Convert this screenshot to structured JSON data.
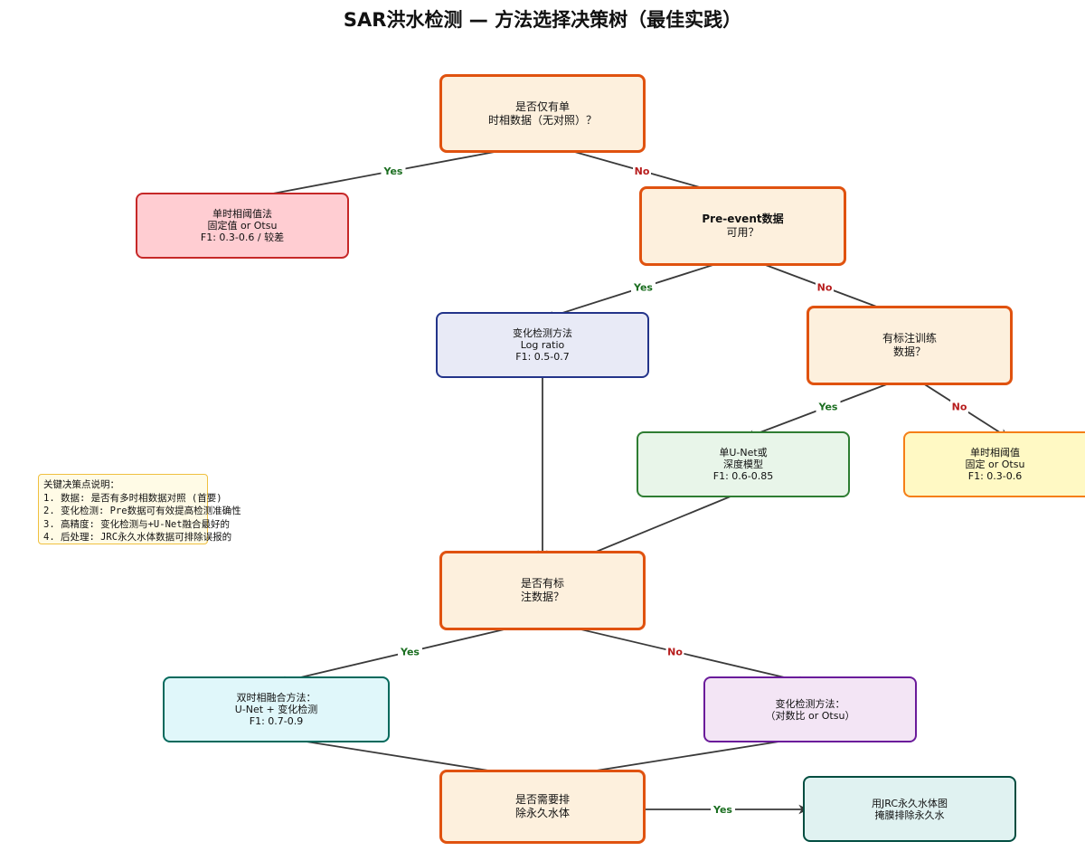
{
  "title": "SAR洪水检测 — 方法选择决策树（最佳实践）",
  "colors": {
    "decision_fill": "#fdf0dd",
    "decision_border": "#e0520f",
    "edge": "#3a3a3a",
    "yes": "#1b6e20",
    "no": "#b71c1c"
  },
  "edge_labels": {
    "yes": "Yes",
    "no": "No"
  },
  "nodes": [
    {
      "id": "q1",
      "kind": "decision",
      "lines": [
        "是否仅有单",
        "时相数据（无对照）？"
      ]
    },
    {
      "id": "r1",
      "kind": "result",
      "fill": "#ffcdd2",
      "border": "#c62828",
      "lines": [
        "单时相阈值法",
        "固定值 or Otsu",
        "F1: 0.3-0.6 / 较差"
      ]
    },
    {
      "id": "q2",
      "kind": "decision",
      "bold_first": true,
      "lines": [
        "Pre-event数据",
        "可用？"
      ]
    },
    {
      "id": "r2",
      "kind": "result",
      "fill": "#e8eaf6",
      "border": "#23348a",
      "lines": [
        "变化检测方法",
        "Log ratio",
        "F1: 0.5-0.7"
      ]
    },
    {
      "id": "q3",
      "kind": "decision",
      "lines": [
        "有标注训练",
        "数据？"
      ]
    },
    {
      "id": "r3",
      "kind": "result",
      "fill": "#e8f5e9",
      "border": "#2e7d32",
      "lines": [
        "单U-Net或",
        "深度模型",
        "F1: 0.6-0.85"
      ]
    },
    {
      "id": "r4",
      "kind": "result",
      "fill": "#fff9c4",
      "border": "#f57f17",
      "lines": [
        "单时相阈值",
        "固定 or Otsu",
        "F1: 0.3-0.6"
      ]
    },
    {
      "id": "q4",
      "kind": "decision",
      "lines": [
        "是否有标",
        "注数据？"
      ]
    },
    {
      "id": "r5",
      "kind": "result",
      "fill": "#e0f7fa",
      "border": "#00695c",
      "lines": [
        "双时相融合方法：",
        "U-Net + 变化检测",
        "F1: 0.7-0.9"
      ]
    },
    {
      "id": "r6",
      "kind": "result",
      "fill": "#f3e5f5",
      "border": "#6a1b9a",
      "lines": [
        "变化检测方法：",
        "（对数比 or Otsu）"
      ]
    },
    {
      "id": "q5",
      "kind": "decision",
      "lines": [
        "是否需要排",
        "除永久水体"
      ]
    },
    {
      "id": "r7",
      "kind": "result",
      "fill": "#e0f2f1",
      "border": "#004d40",
      "lines": [
        "用JRC永久水体图",
        "掩膜排除永久水"
      ]
    }
  ],
  "edges": [
    {
      "from": "q1",
      "to": "r1",
      "label": "yes"
    },
    {
      "from": "q1",
      "to": "q2",
      "label": "no"
    },
    {
      "from": "q2",
      "to": "r2",
      "label": "yes"
    },
    {
      "from": "q2",
      "to": "q3",
      "label": "no"
    },
    {
      "from": "q3",
      "to": "r3",
      "label": "yes"
    },
    {
      "from": "q3",
      "to": "r4",
      "label": "no"
    },
    {
      "from": "r2",
      "to": "q4"
    },
    {
      "from": "r3",
      "to": "q4"
    },
    {
      "from": "q4",
      "to": "r5",
      "label": "yes"
    },
    {
      "from": "q4",
      "to": "r6",
      "label": "no"
    },
    {
      "from": "r5",
      "to": "q5"
    },
    {
      "from": "r6",
      "to": "q5"
    },
    {
      "from": "q5",
      "to": "r7",
      "label": "yes"
    }
  ],
  "legend": {
    "title": "关键决策点说明：",
    "items": [
      "1. 数据: 是否有多时相数据对照 (首要)",
      "2. 变化检测: Pre数据可有效提高检测准确性",
      "3. 高精度: 变化检测与+U-Net融合最好的",
      "4. 后处理: JRC永久水体数据可排除误报的"
    ]
  }
}
